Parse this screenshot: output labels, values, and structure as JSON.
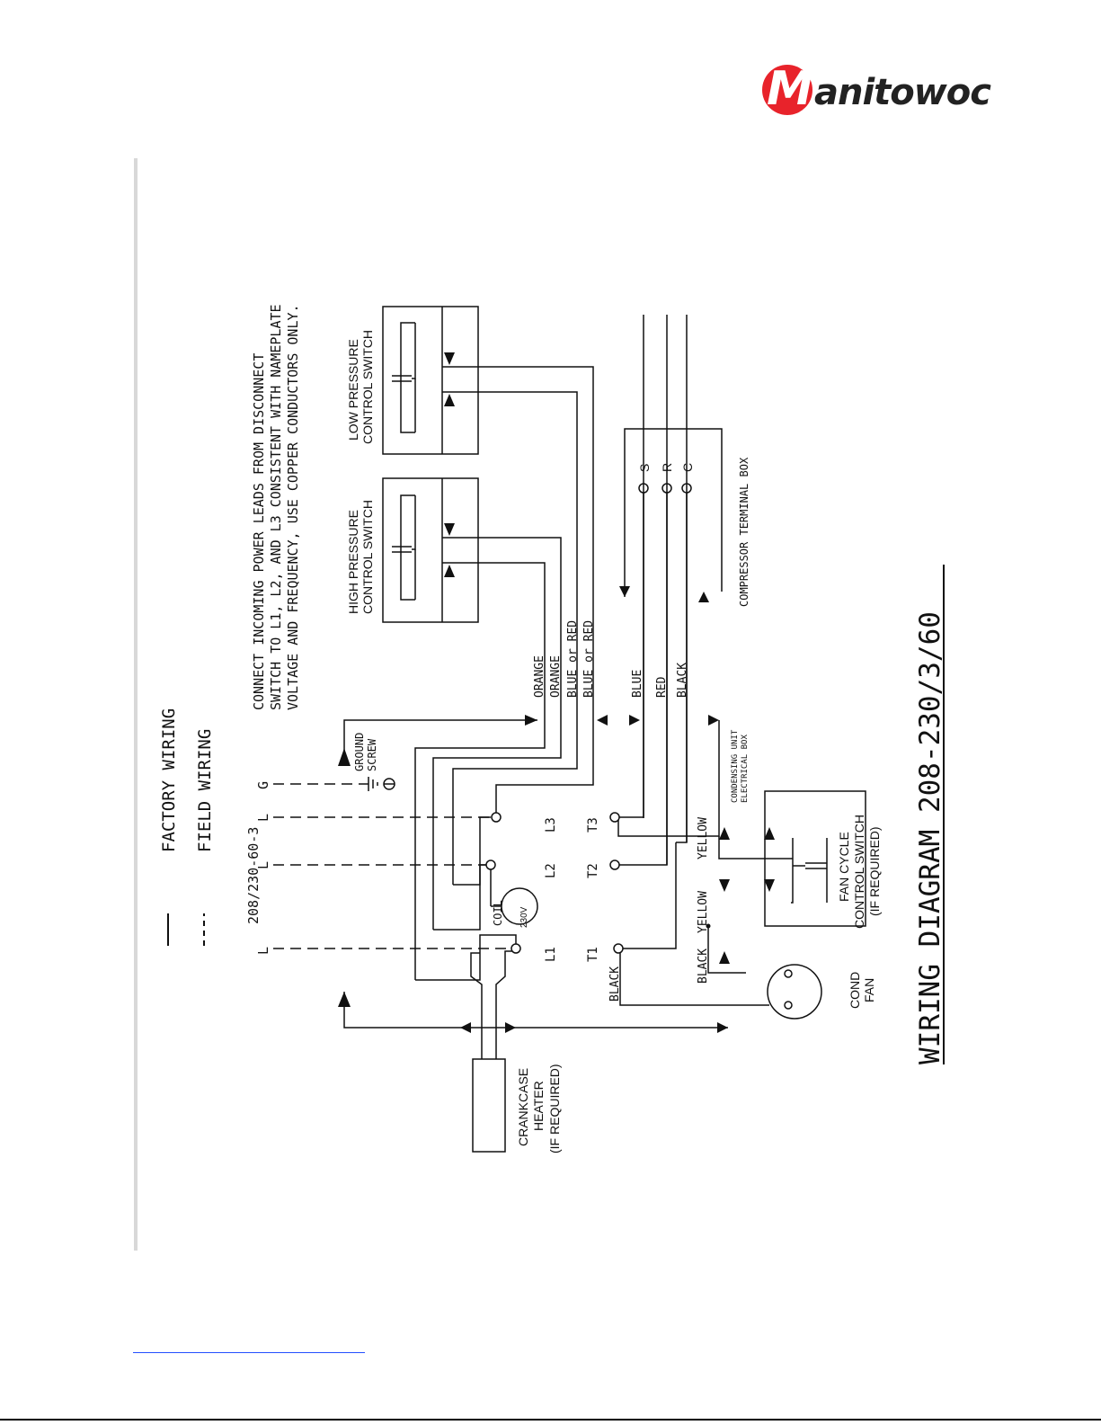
{
  "logo": {
    "mark": "M",
    "rest": "anitowoc"
  },
  "legend": {
    "factory": "FACTORY WIRING",
    "field": "FIELD WIRING"
  },
  "note": [
    "CONNECT INCOMING POWER LEADS FROM DISCONNECT",
    "SWITCH TO L1, L2, AND L3 CONSISTENT WITH NAMEPLATE",
    "VOLTAGE AND FREQUENCY, USE COPPER CONDUCTORS ONLY."
  ],
  "supply": {
    "label": "208/230-60-3",
    "l": "L",
    "g": "G"
  },
  "ground": [
    "GROUND",
    "SCREW"
  ],
  "wires": {
    "orange1": "ORANGE",
    "orange2": "ORANGE",
    "bluered1": "BLUE or RED",
    "bluered2": "BLUE or RED",
    "blue": "BLUE",
    "red": "RED",
    "black": "BLACK",
    "black_t1": "BLACK",
    "black_fan": "BLACK",
    "yellow1": "YELLOW",
    "yellow2": "YELLOW"
  },
  "terminals": {
    "l1": "L1",
    "l2": "L2",
    "l3": "L3",
    "t1": "T1",
    "t2": "T2",
    "t3": "T3"
  },
  "coil": {
    "label": "COIL",
    "volt": "230V"
  },
  "hp_switch": [
    "HIGH PRESSURE",
    "CONTROL SWITCH"
  ],
  "lp_switch": [
    "LOW PRESSURE",
    "CONTROL SWITCH"
  ],
  "comp_terminals": {
    "s": "S",
    "r": "R",
    "c": "C"
  },
  "comp_box": "COMPRESSOR TERMINAL BOX",
  "cu_box": [
    "CONDENSING UNIT",
    "ELECTRICAL BOX"
  ],
  "fan_cycle": [
    "FAN CYCLE",
    "CONTROL SWITCH",
    "(IF REQUIRED)"
  ],
  "cond_fan": [
    "COND",
    "FAN"
  ],
  "crankcase": [
    "CRANKCASE",
    "HEATER",
    "(IF REQUIRED)"
  ],
  "title": "WIRING DIAGRAM 208-230/3/60",
  "colors": {
    "logo_red": "#e8232b",
    "link": "#2450ff"
  }
}
